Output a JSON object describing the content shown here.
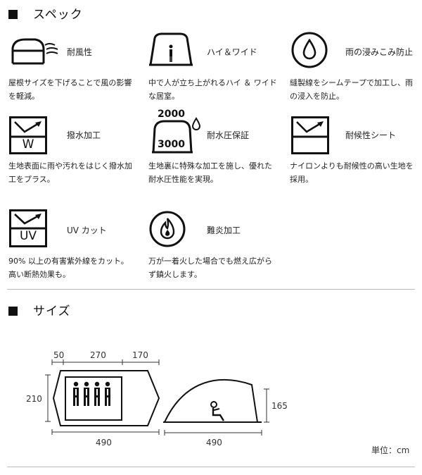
{
  "spec": {
    "title": "スペック",
    "features": [
      {
        "label": "耐風性",
        "desc": [
          "屋根サイズを下げることで風の影響",
          "を軽減。"
        ],
        "icon": "wind-resistance-icon"
      },
      {
        "label": "ハイ＆ワイド",
        "desc": [
          "中で人が立ち上がれるハイ ＆ ワイド",
          "な居室。"
        ],
        "icon": "high-wide-icon"
      },
      {
        "label": "雨の浸みこみ防止",
        "desc": [
          "縫製線をシームテープで加工し、雨",
          "の浸入を防止。"
        ],
        "icon": "raindrop-icon"
      },
      {
        "label": "撥水加工",
        "desc": [
          "生地表面に雨や汚れをはじく撥水加",
          "工をプラス。"
        ],
        "icon": "water-repellent-icon",
        "icon_letter": "W"
      },
      {
        "label": "耐水圧保証",
        "desc": [
          "生地裏に特殊な加工を施し、優れた",
          "耐水圧性能を実現。"
        ],
        "icon": "water-pressure-icon",
        "icon_top": "2000",
        "icon_bottom": "3000"
      },
      {
        "label": "耐候性シート",
        "desc": [
          "ナイロンよりも耐候性の高い生地を",
          "採用。"
        ],
        "icon": "weather-resistance-icon"
      },
      {
        "label": "UV カット",
        "desc": [
          "90% 以上の有害紫外線をカット。",
          "高い断熱効果も。"
        ],
        "icon": "uv-cut-icon",
        "icon_letter": "UV"
      },
      {
        "label": "難炎加工",
        "desc": [
          "万が一着火した場合でも燃え広がら",
          "ず鎮火します。"
        ],
        "icon": "flame-icon"
      }
    ]
  },
  "size": {
    "title": "サイズ",
    "top_dims": [
      "50",
      "270",
      "170"
    ],
    "left_height": "210",
    "plan_width": "490",
    "side_width": "490",
    "side_height": "165",
    "unit": "単位：cm"
  }
}
